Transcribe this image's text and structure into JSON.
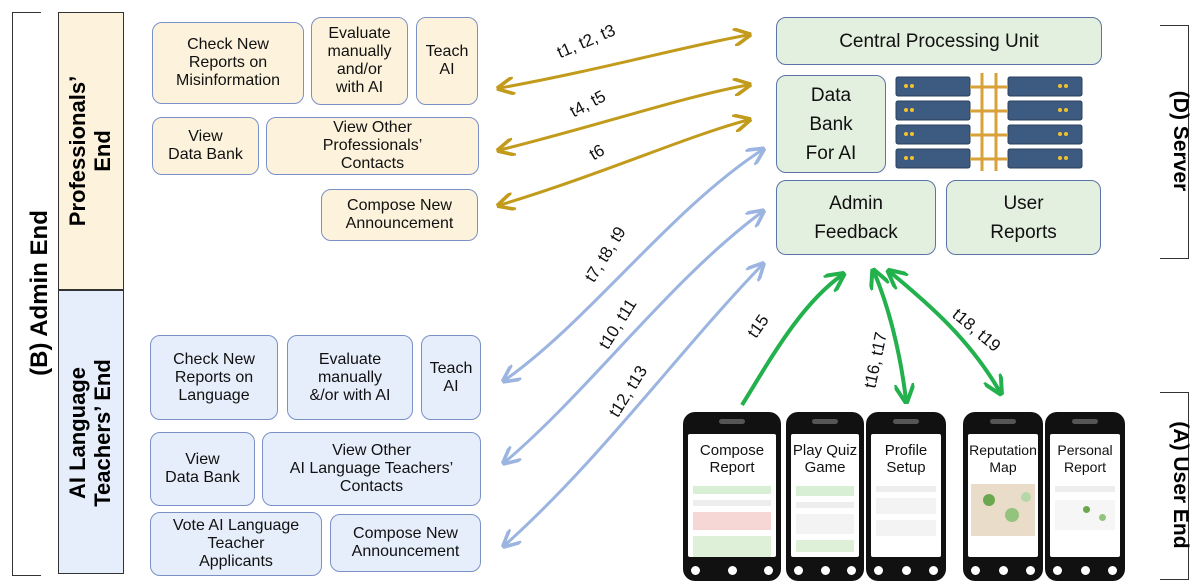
{
  "colors": {
    "professional": "#fdf3dc",
    "teacher": "#e6eefb",
    "server": "#e3f0df",
    "gold": "#c29b1c",
    "blue": "#9bb4e0",
    "green": "#22b14c"
  },
  "admin": {
    "label": "(B) Admin End",
    "professionals_label": "Professionals’\nEnd",
    "teachers_label": "AI Language\nTeachers’ End"
  },
  "professionals": {
    "check_reports": "Check New\nReports on\nMisinformation",
    "evaluate": "Evaluate\nmanually\nand/or\nwith AI",
    "teach_ai": "Teach\nAI",
    "view_databank": "View\nData Bank",
    "view_contacts": "View Other\nProfessionals’\nContacts",
    "compose_announcement": "Compose New\nAnnouncement"
  },
  "teachers": {
    "check_reports": "Check New\nReports on\nLanguage",
    "evaluate": "Evaluate\nmanually\n&/or with AI",
    "teach_ai": "Teach\nAI",
    "view_databank": "View\nData Bank",
    "view_contacts": "View Other\nAI Language Teachers’\nContacts",
    "vote": "Vote AI Language\nTeacher\nApplicants",
    "compose_announcement": "Compose New\nAnnouncement"
  },
  "server": {
    "label": "(D) Server",
    "cpu": "Central Processing Unit",
    "databank": "Data\nBank\nFor AI",
    "admin_feedback": "Admin\nFeedback",
    "user_reports": "User\nReports"
  },
  "user_end": {
    "label": "(A) User End",
    "phones": [
      "Compose\nReport",
      "Play Quiz\nGame",
      "Profile\nSetup",
      "Reputation\nMap",
      "Personal\nReport"
    ]
  },
  "arrows": {
    "gold": [
      "t1, t2, t3",
      "t4, t5",
      "t6"
    ],
    "blue": [
      "t7, t8, t9",
      "t10, t11",
      "t12, t13"
    ],
    "green": [
      "t15",
      "t16, t17",
      "t18, t19"
    ]
  }
}
